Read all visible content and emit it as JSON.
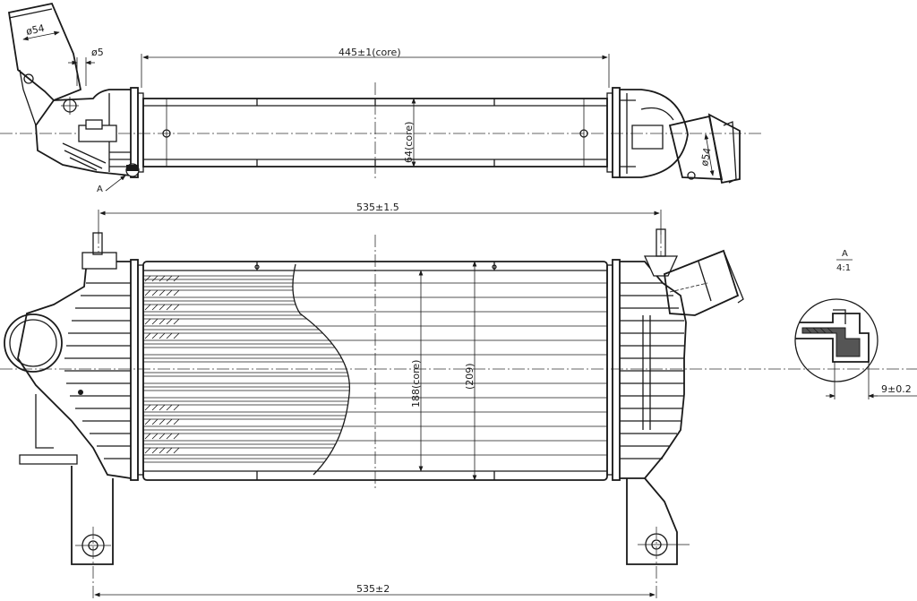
{
  "top_view": {
    "core_length_label": "445±1(core)",
    "core_depth_label": "64(core)",
    "left_pipe_label": "ø54",
    "bolt_label": "ø5",
    "right_pipe_label": "ø54",
    "detail_marker": "A"
  },
  "front_view": {
    "overall_top_label": "535±1.5",
    "core_height_label": "188(core)",
    "overall_height_label": "(209)",
    "mount_spacing_label": "535±2"
  },
  "detail": {
    "letter": "A",
    "scale": "4:1",
    "thickness_label": "9±0.2"
  }
}
